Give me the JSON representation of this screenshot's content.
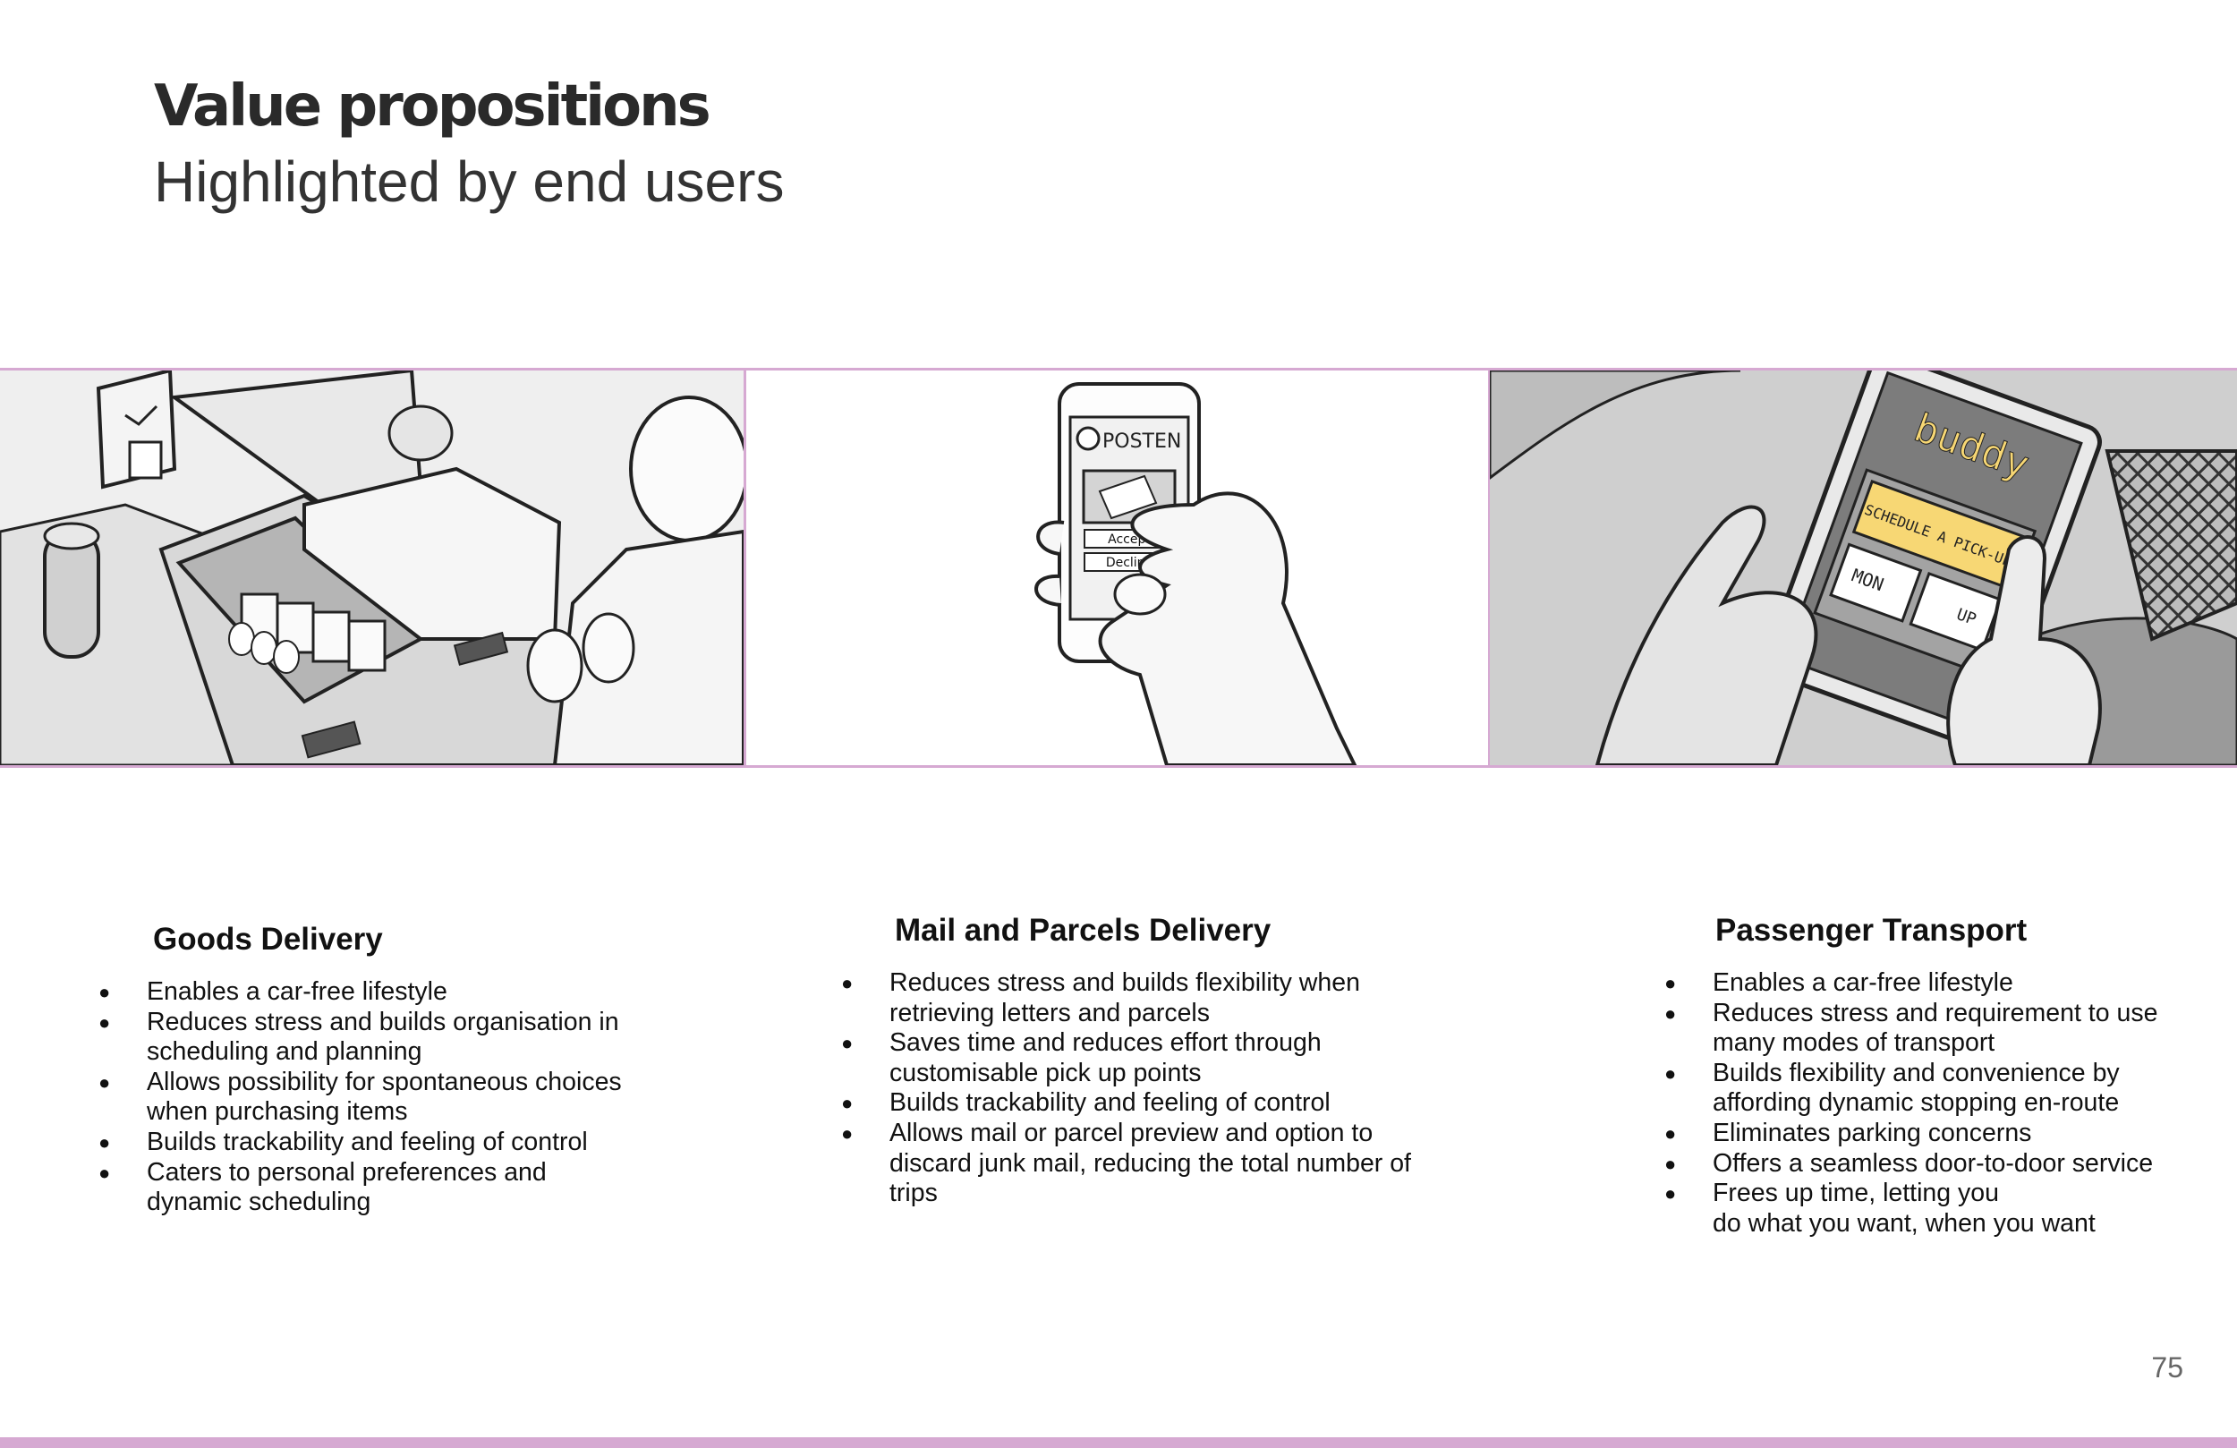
{
  "header": {
    "title": "Value propositions",
    "subtitle": "Highlighted by end users"
  },
  "illustrations": {
    "mail": {
      "brand": "POSTEN",
      "accept_label": "Accept",
      "decline_label": "Decline"
    },
    "transport": {
      "brand": "buddy",
      "schedule_label": "SCHEDULE A PICK-UP",
      "day_label": "MON",
      "partial_label": "UP"
    }
  },
  "columns": {
    "goods": {
      "heading": "Goods Delivery",
      "bullets": [
        [
          "Enables a car-free lifestyle"
        ],
        [
          "Reduces stress and builds organisation in",
          "scheduling and planning"
        ],
        [
          "Allows possibility for spontaneous choices",
          "when purchasing items"
        ],
        [
          "Builds trackability and feeling of control"
        ],
        [
          "Caters to personal preferences and",
          "dynamic scheduling"
        ]
      ]
    },
    "mail": {
      "heading": "Mail and Parcels Delivery",
      "bullets": [
        [
          "Reduces stress and builds flexibility when",
          "retrieving letters and parcels"
        ],
        [
          "Saves time and reduces effort through",
          "customisable pick up points"
        ],
        [
          "Builds trackability and feeling of control"
        ],
        [
          "Allows mail or parcel preview and option to",
          "discard junk mail, reducing the total number of",
          "trips"
        ]
      ]
    },
    "transport": {
      "heading": "Passenger Transport",
      "bullets": [
        [
          "Enables a car-free lifestyle"
        ],
        [
          "Reduces stress and requirement to use",
          "many modes of transport"
        ],
        [
          "Builds flexibility and convenience by",
          "affording dynamic stopping en-route"
        ],
        [
          "Eliminates parking concerns"
        ],
        [
          "Offers a seamless door-to-door service"
        ],
        [
          "Frees up time, letting you",
          "do what you want, when you want"
        ]
      ]
    }
  },
  "footer": {
    "page_number": "75"
  },
  "colors": {
    "accent": "#d6a9d2",
    "button_yellow": "#f7d774"
  }
}
